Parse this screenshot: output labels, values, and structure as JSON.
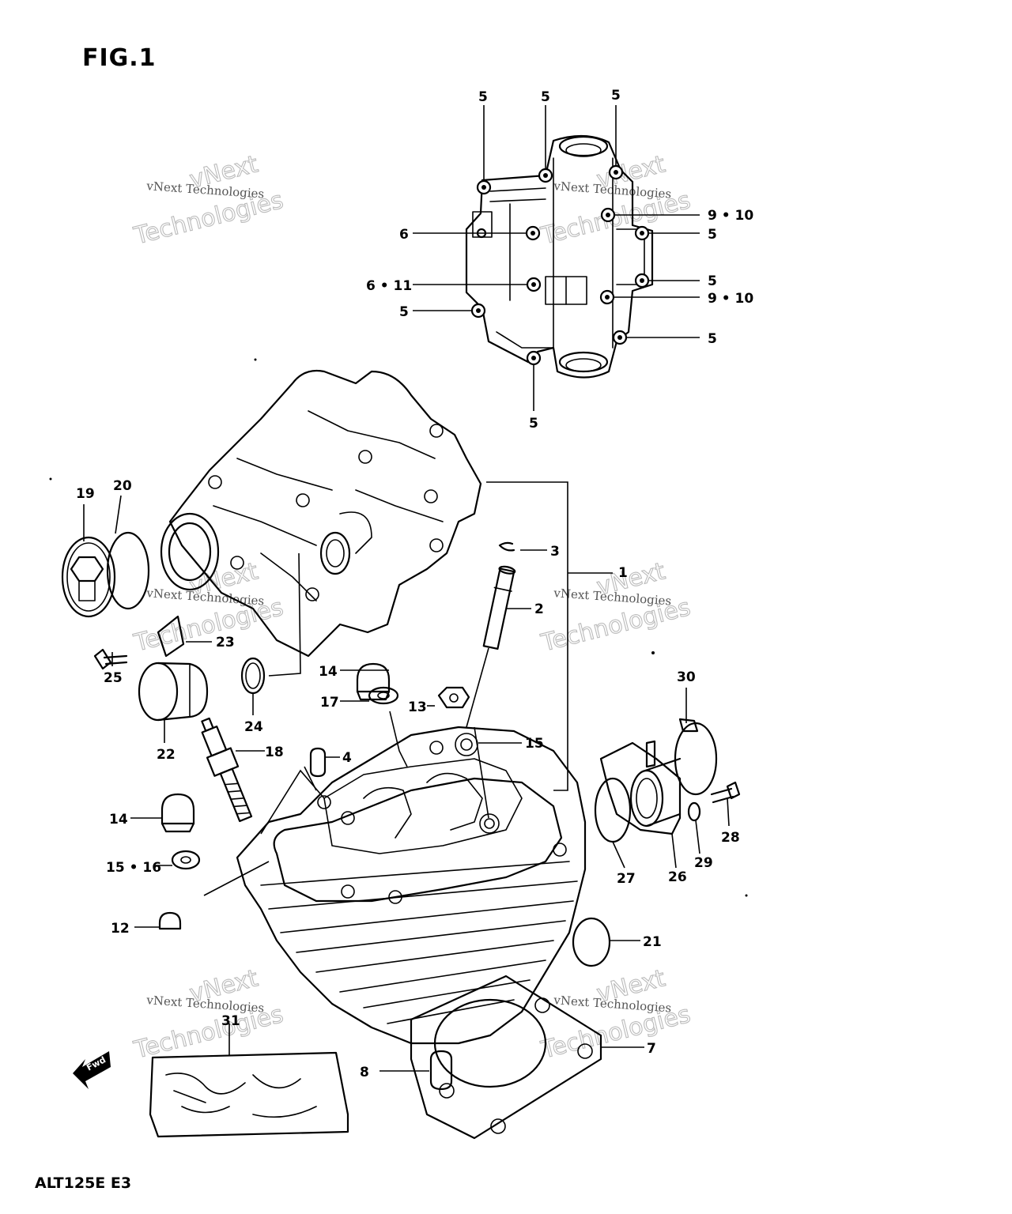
{
  "figure": {
    "title": "FIG.1",
    "model_code": "ALT125E E3",
    "direction_label": "Fwd"
  },
  "watermarks": [
    {
      "line1": "vNext Technologies",
      "line2": "vNext",
      "line3": "Technologies"
    },
    {
      "line1": "vNext Technologies",
      "line2": "vNext",
      "line3": "Technologies"
    },
    {
      "line1": "vNext Technologies",
      "line2": "vNext",
      "line3": "Technologies"
    },
    {
      "line1": "vNext Technologies",
      "line2": "vNext",
      "line3": "Technologies"
    },
    {
      "line1": "vNext Technologies",
      "line2": "vNext",
      "line3": "Technologies"
    },
    {
      "line1": "vNext Technologies",
      "line2": "vNext",
      "line3": "Technologies"
    }
  ],
  "callouts": {
    "top_1": "5",
    "top_2": "5",
    "top_3": "5",
    "right_9_10_a": "9 • 10",
    "right_5_a": "5",
    "right_5_b": "5",
    "right_9_10_b": "9 • 10",
    "right_5_c": "5",
    "left_6": "6",
    "left_6_11": "6 • 11",
    "left_5": "5",
    "bottom_5": "5",
    "c1": "1",
    "c2": "2",
    "c3": "3",
    "c4": "4",
    "c7": "7",
    "c8": "8",
    "c12": "12",
    "c13": "13",
    "c14_a": "14",
    "c14_b": "14",
    "c15": "15",
    "c15_16": "15 • 16",
    "c17": "17",
    "c18": "18",
    "c19": "19",
    "c20": "20",
    "c21": "21",
    "c22": "22",
    "c23": "23",
    "c24": "24",
    "c25": "25",
    "c26": "26",
    "c27": "27",
    "c28": "28",
    "c29": "29",
    "c30": "30",
    "c31": "31"
  }
}
